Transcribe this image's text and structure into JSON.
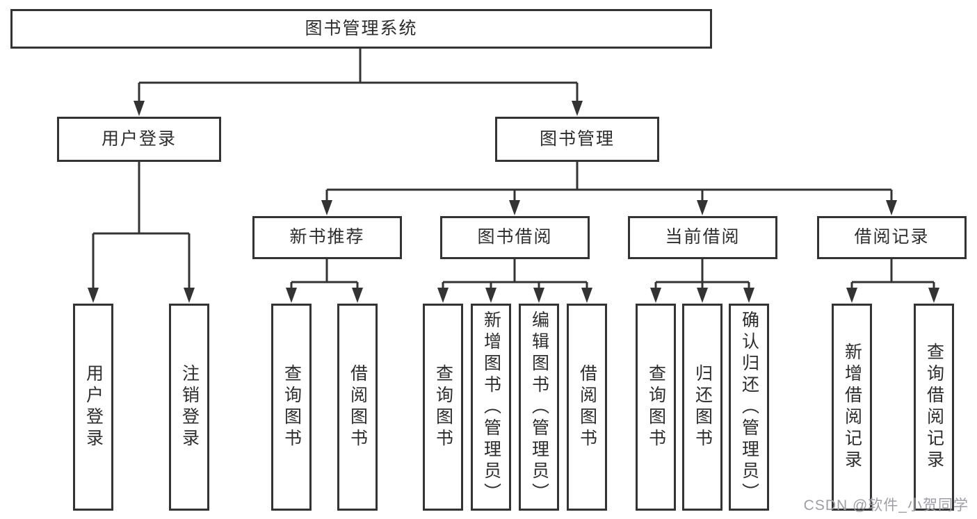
{
  "diagram": {
    "type": "tree",
    "tree": {
      "label": "图书管理系统",
      "children": [
        {
          "label": "用户登录",
          "children": [
            {
              "label": "用户登录"
            },
            {
              "label": "注销登录"
            }
          ]
        },
        {
          "label": "图书管理",
          "children": [
            {
              "label": "新书推荐",
              "children": [
                {
                  "label": "查询图书"
                },
                {
                  "label": "借阅图书"
                }
              ]
            },
            {
              "label": "图书借阅",
              "children": [
                {
                  "label": "查询图书"
                },
                {
                  "label": "新增图书（管理员）"
                },
                {
                  "label": "编辑图书（管理员）"
                },
                {
                  "label": "借阅图书"
                }
              ]
            },
            {
              "label": "当前借阅",
              "children": [
                {
                  "label": "查询图书"
                },
                {
                  "label": "归还图书"
                },
                {
                  "label": "确认归还（管理员）"
                }
              ]
            },
            {
              "label": "借阅记录",
              "children": [
                {
                  "label": "新增借阅记录"
                },
                {
                  "label": "查询借阅记录"
                }
              ]
            }
          ]
        }
      ]
    }
  },
  "watermark": {
    "text": "CSDN @软件_小贺同学"
  },
  "colors": {
    "line": "#333333",
    "node_border": "#333333",
    "node_fill": "#ffffff",
    "text": "#2d2d2d",
    "watermark": "#9e9ea6",
    "background": "#ffffff"
  }
}
